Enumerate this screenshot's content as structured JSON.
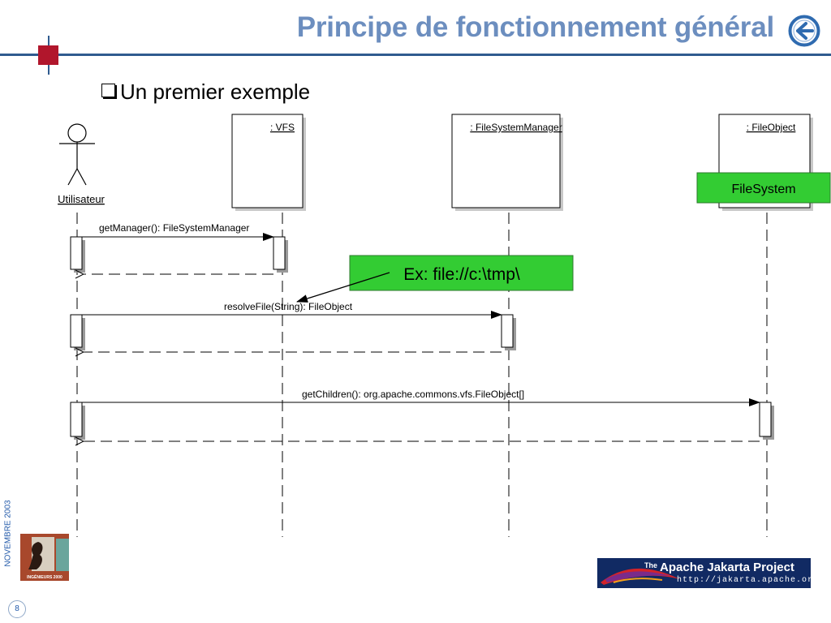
{
  "slide": {
    "title": "Principe de fonctionnement général",
    "subtitle": "Un premier exemple",
    "date_side": "NOVEMBRE  2003",
    "page_number": "8"
  },
  "diagram": {
    "actor": "Utilisateur",
    "lifelines": [
      ": VFS",
      ": FileSystemManager",
      ": FileObject"
    ],
    "messages": [
      "getManager(): FileSystemManager",
      "resolveFile(String): FileObject",
      "getChildren(): org.apache.commons.vfs.FileObject[]"
    ],
    "notes": {
      "filesystem": "FileSystem",
      "example": "Ex: file://c:\\tmp\\"
    }
  },
  "logos": {
    "left_caption": "INGÉNIEURS 2000",
    "apache_title_prefix": "The",
    "apache_title": "Apache Jakarta Project",
    "apache_url": "http://jakarta.apache.org/"
  },
  "colors": {
    "title": "#6c8ebf",
    "header_line": "#2f5b8f",
    "accent_square": "#b1162c",
    "note_fill": "#33cc33"
  },
  "icons": {
    "back": "back-arrow-icon",
    "bullet": "checkbox-bullet-icon"
  }
}
